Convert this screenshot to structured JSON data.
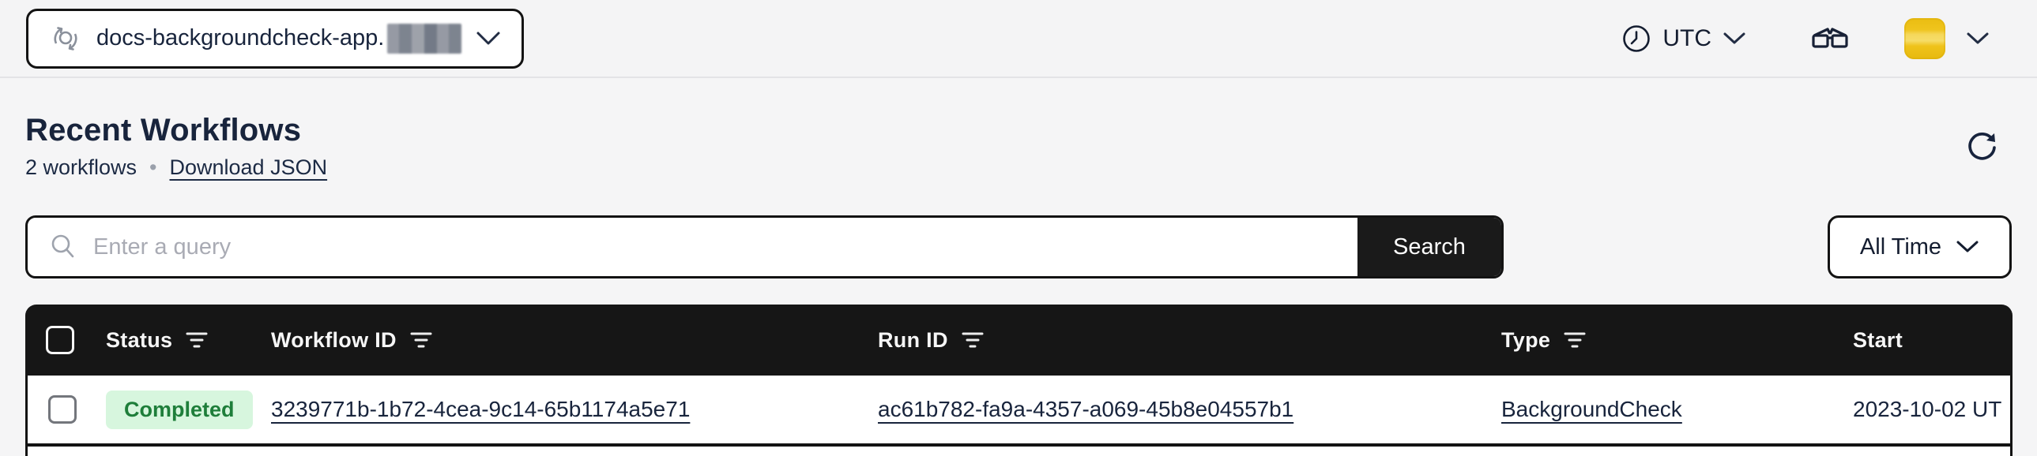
{
  "nav": {
    "namespace_selector": {
      "label": "docs-backgroundcheck-app."
    },
    "timezone": {
      "label": "UTC"
    }
  },
  "header": {
    "title": "Recent Workflows",
    "workflow_count": "2 workflows",
    "separator": "•",
    "download_link": "Download JSON"
  },
  "search": {
    "placeholder": "Enter a query",
    "button_label": "Search"
  },
  "filters": {
    "time_range": "All Time"
  },
  "table": {
    "columns": [
      "Status",
      "Workflow ID",
      "Run ID",
      "Type",
      "Start"
    ],
    "rows": [
      {
        "status": "Completed",
        "workflow_id": "3239771b-1b72-4cea-9c14-65b1174a5e71",
        "run_id": "ac61b782-fa9a-4357-a069-45b8e04557b1",
        "type": "BackgroundCheck",
        "start": "2023-10-02 UT"
      }
    ]
  },
  "colors": {
    "header_dark": "#161616",
    "status_completed_bg": "#d7f6de",
    "status_completed_text": "#1e7e3a",
    "avatar_yellow": "#efc41d",
    "text_navy": "#18243c"
  }
}
